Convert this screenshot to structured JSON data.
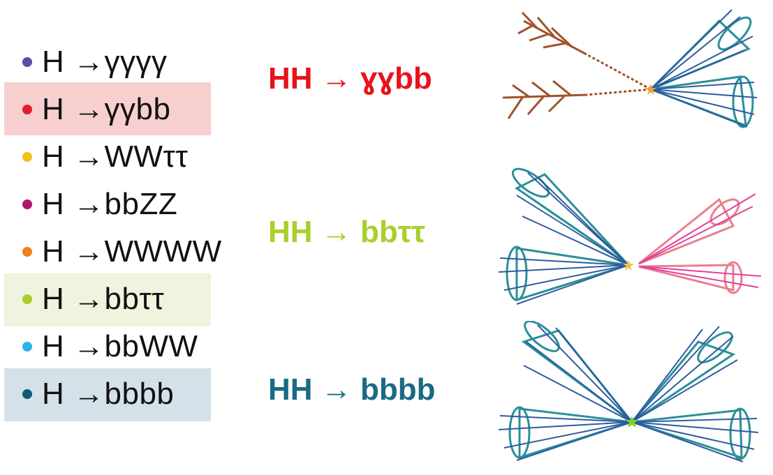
{
  "decay_list": [
    {
      "label": "H →γγγγ",
      "color": "#5b4ea3"
    },
    {
      "label": "H →γγbb",
      "color": "#e3202a"
    },
    {
      "label": "H →WWττ",
      "color": "#f2c21b"
    },
    {
      "label": "H →bbZZ",
      "color": "#b3146b"
    },
    {
      "label": "H →WWWW",
      "color": "#f07f1b"
    },
    {
      "label": "H →bbττ",
      "color": "#a9cf2b"
    },
    {
      "label": "H →bbWW",
      "color": "#2cb3e8"
    },
    {
      "label": "H →bbbb",
      "color": "#0f5a74"
    }
  ],
  "highlights": {
    "ggbb_bg": "#f8cfcf",
    "bbtautau_bg": "#eef4dd",
    "bbbb_bg": "#d5e1e9"
  },
  "decays": [
    {
      "label": "HH → ɣɣbb",
      "color": "#e8131b"
    },
    {
      "label": "HH → bbττ",
      "color": "#a9cf2b"
    },
    {
      "label": "HH → bbbb",
      "color": "#1a6a86"
    }
  ],
  "jet_colors": {
    "b_jet": "#2a8f99",
    "tau": "#e87f8f",
    "photon": "#a0522d"
  }
}
